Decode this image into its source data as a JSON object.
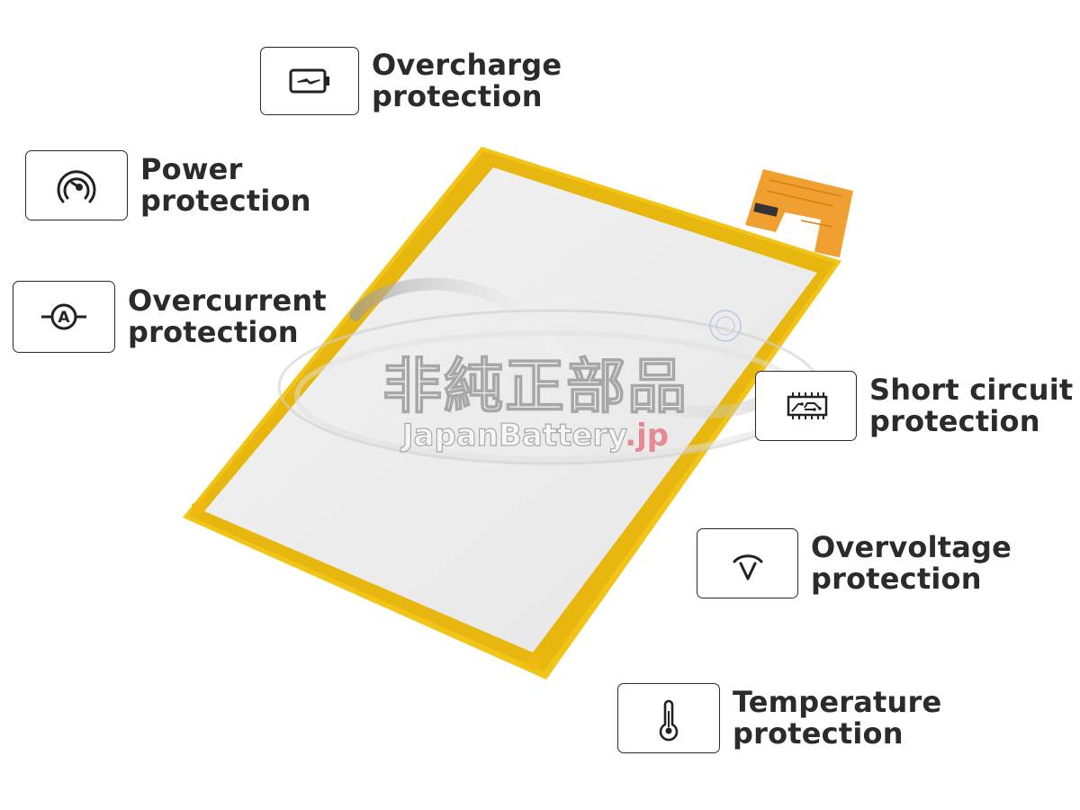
{
  "features": [
    {
      "id": "overcharge",
      "icon": "battery-charging-icon",
      "line1": "Overcharge",
      "line2": "protection"
    },
    {
      "id": "power",
      "icon": "gauge-icon",
      "line1": "Power",
      "line2": "protection"
    },
    {
      "id": "overcurrent",
      "icon": "ammeter-icon",
      "line1": "Overcurrent",
      "line2": "protection"
    },
    {
      "id": "short-circuit",
      "icon": "circuit-board-icon",
      "line1": "Short circuit",
      "line2": "protection"
    },
    {
      "id": "overvoltage",
      "icon": "voltage-icon",
      "line1": "Overvoltage",
      "line2": "protection"
    },
    {
      "id": "temperature",
      "icon": "thermometer-icon",
      "line1": "Temperature",
      "line2": "protection"
    }
  ],
  "watermark": {
    "japanese": "非純正部品",
    "brand": "JapanBattery",
    "tld": ".jp"
  },
  "colors": {
    "text": "#2b2b2b",
    "battery_border": "#f2c417",
    "battery_face": "#eeeeee",
    "flex_cable": "#f0a030",
    "watermark_tld": "#e67882"
  }
}
